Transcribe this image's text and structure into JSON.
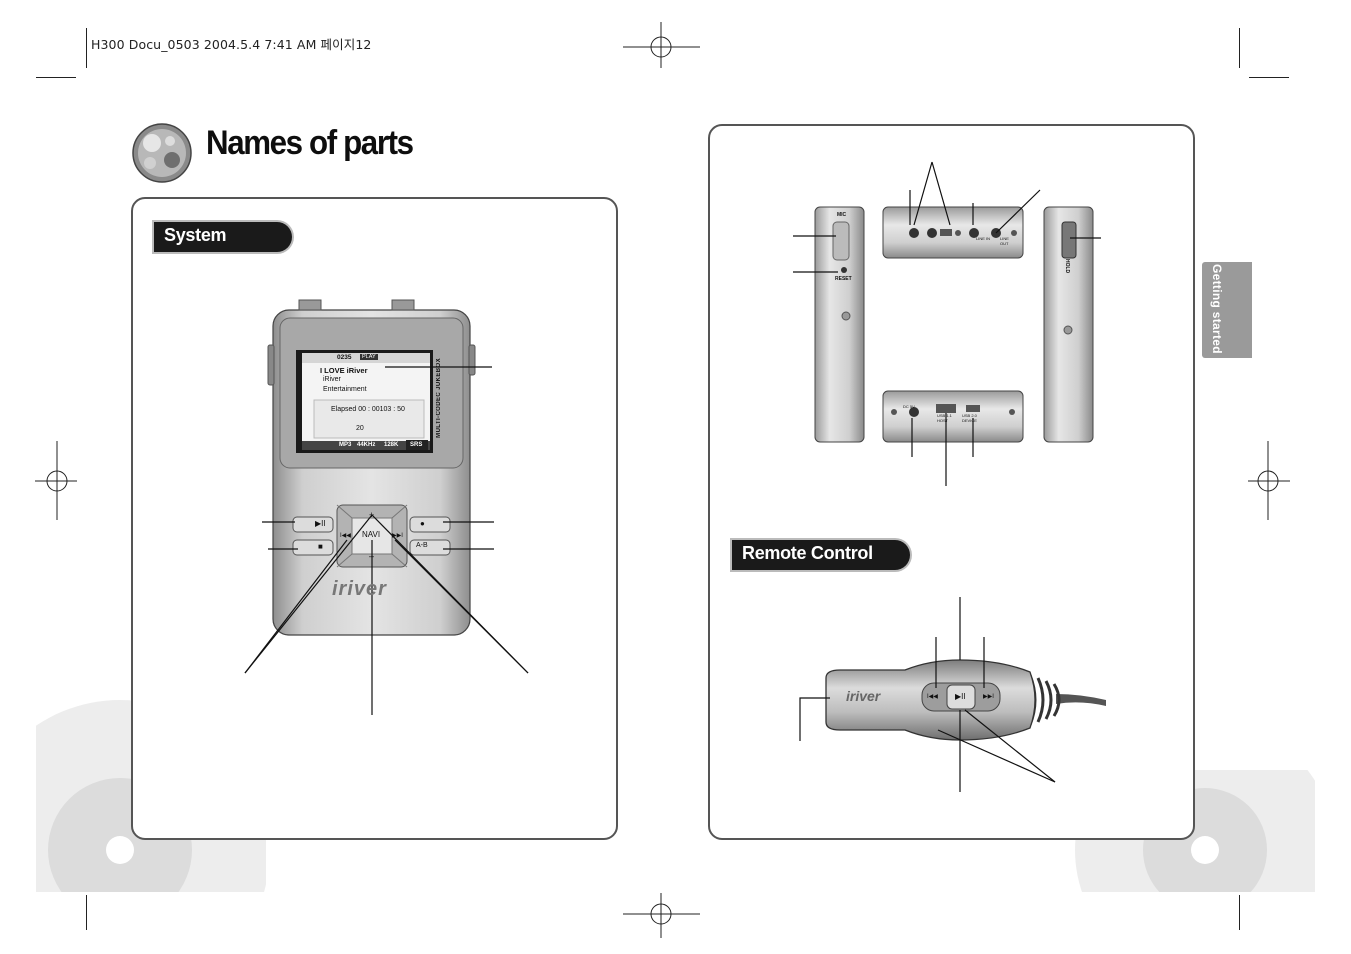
{
  "header": {
    "file_info": "H300 Docu_0503  2004.5.4 7:41 AM 페이지12"
  },
  "page": {
    "title": "Names of parts"
  },
  "sections": {
    "system": "System",
    "remote": "Remote Control"
  },
  "side_tab": {
    "label": "Getting started"
  },
  "device": {
    "track_no": "0235",
    "play_state": "PLAY",
    "folder": "I  LOVE  iRiver",
    "artist": "iRiver",
    "genre": "Entertainment",
    "elapsed": "Elapsed 00 : 00103 : 50",
    "volume": "20",
    "format": "MP3",
    "sample_rate": "44KHz",
    "bitrate": "128K",
    "srs": "SRS",
    "side_text": "MULTI-CODEC JUKEBOX",
    "navi": "NAVI",
    "btn_play": "▶II",
    "btn_stop": "■",
    "btn_rec": "●",
    "btn_ab": "A-B",
    "plus": "+",
    "minus": "–",
    "prev": "I◀◀",
    "next": "▶▶I",
    "logo": "iriver"
  },
  "edges": {
    "mic": "MIC",
    "reset": "RESET",
    "hold": "HOLD",
    "line_in": "LINE IN",
    "line_out": "LINE OUT",
    "dc": "DC 5V",
    "usb_host": "USB 1.1 HOST",
    "usb_device": "USB 2.0 DEVICE"
  },
  "remote": {
    "logo": "iriver",
    "prev": "I◀◀",
    "play": "▶II",
    "next": "▶▶I"
  }
}
